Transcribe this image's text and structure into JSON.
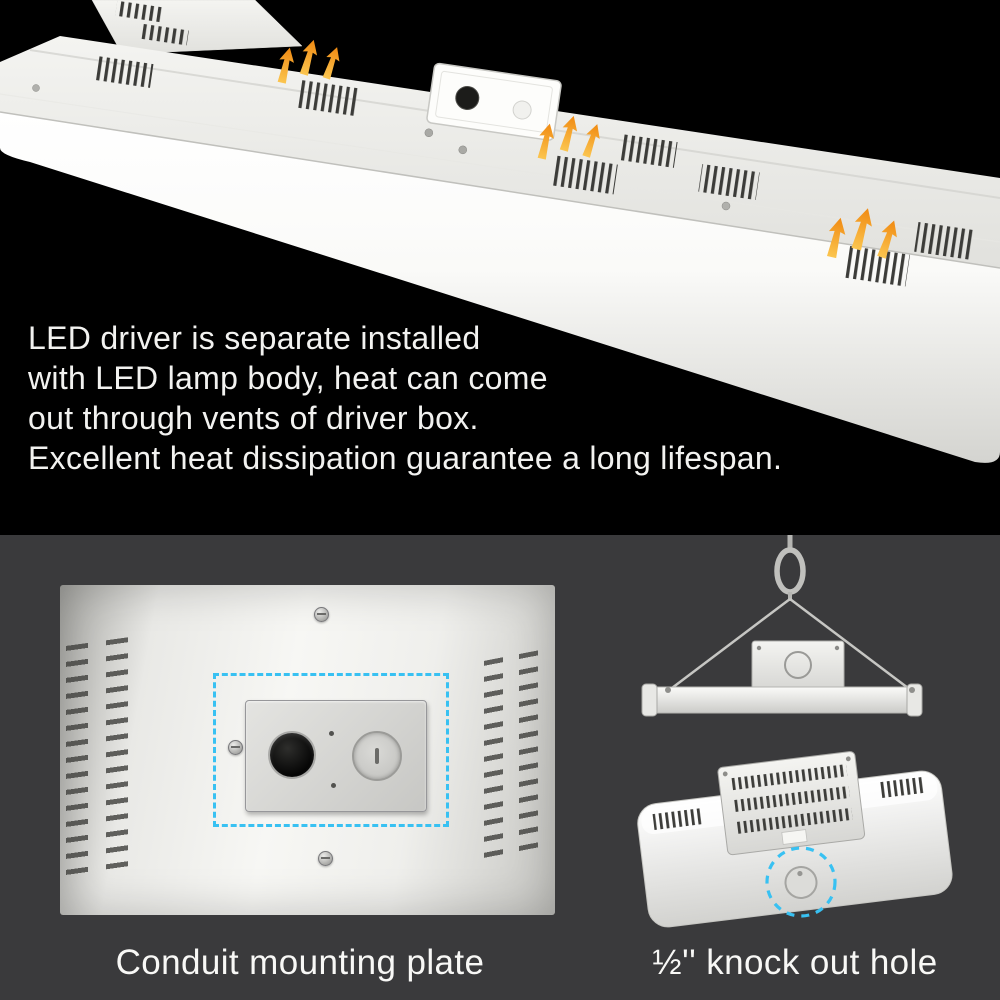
{
  "hero": {
    "description_lines": [
      "LED driver is separate installed",
      "with LED lamp body, heat can come",
      "out through vents of driver box.",
      "Excellent heat dissipation guarantee a long lifespan."
    ]
  },
  "callouts": {
    "left_caption": "Conduit mounting plate",
    "right_caption": "½'' knock out hole"
  },
  "colors": {
    "background_top": "#000000",
    "background_bottom": "#3A3A3C",
    "heat_arrow_orange": "#F08A12",
    "heat_arrow_yellow": "#FBC54F",
    "highlight_dashed_cyan": "#38C1F2",
    "text_light": "#F2F2F0"
  }
}
